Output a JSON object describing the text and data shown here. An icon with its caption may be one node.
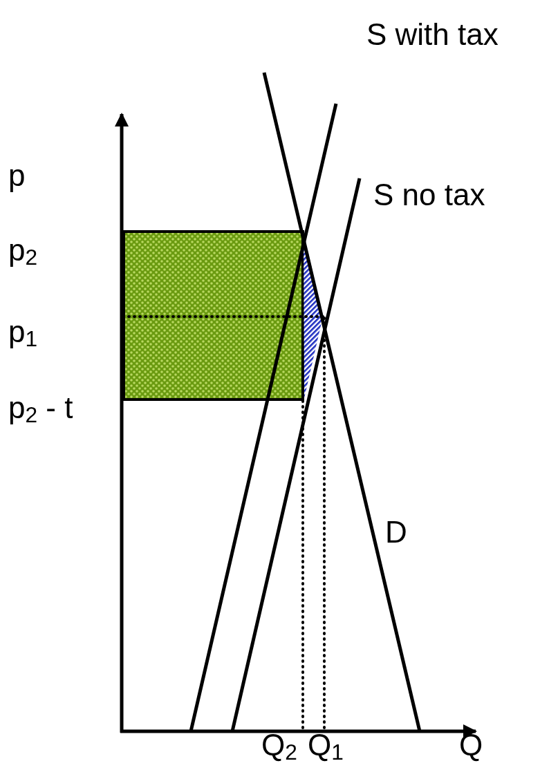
{
  "diagram": {
    "labels": [
      "S with tax",
      "p",
      "S no tax",
      "p$_{2}$",
      "p$_{1}$",
      "p$_{2}$ - t",
      "D",
      "Q$_{2}$",
      "Q$_{1}$",
      "Q"
    ]
  }
}
